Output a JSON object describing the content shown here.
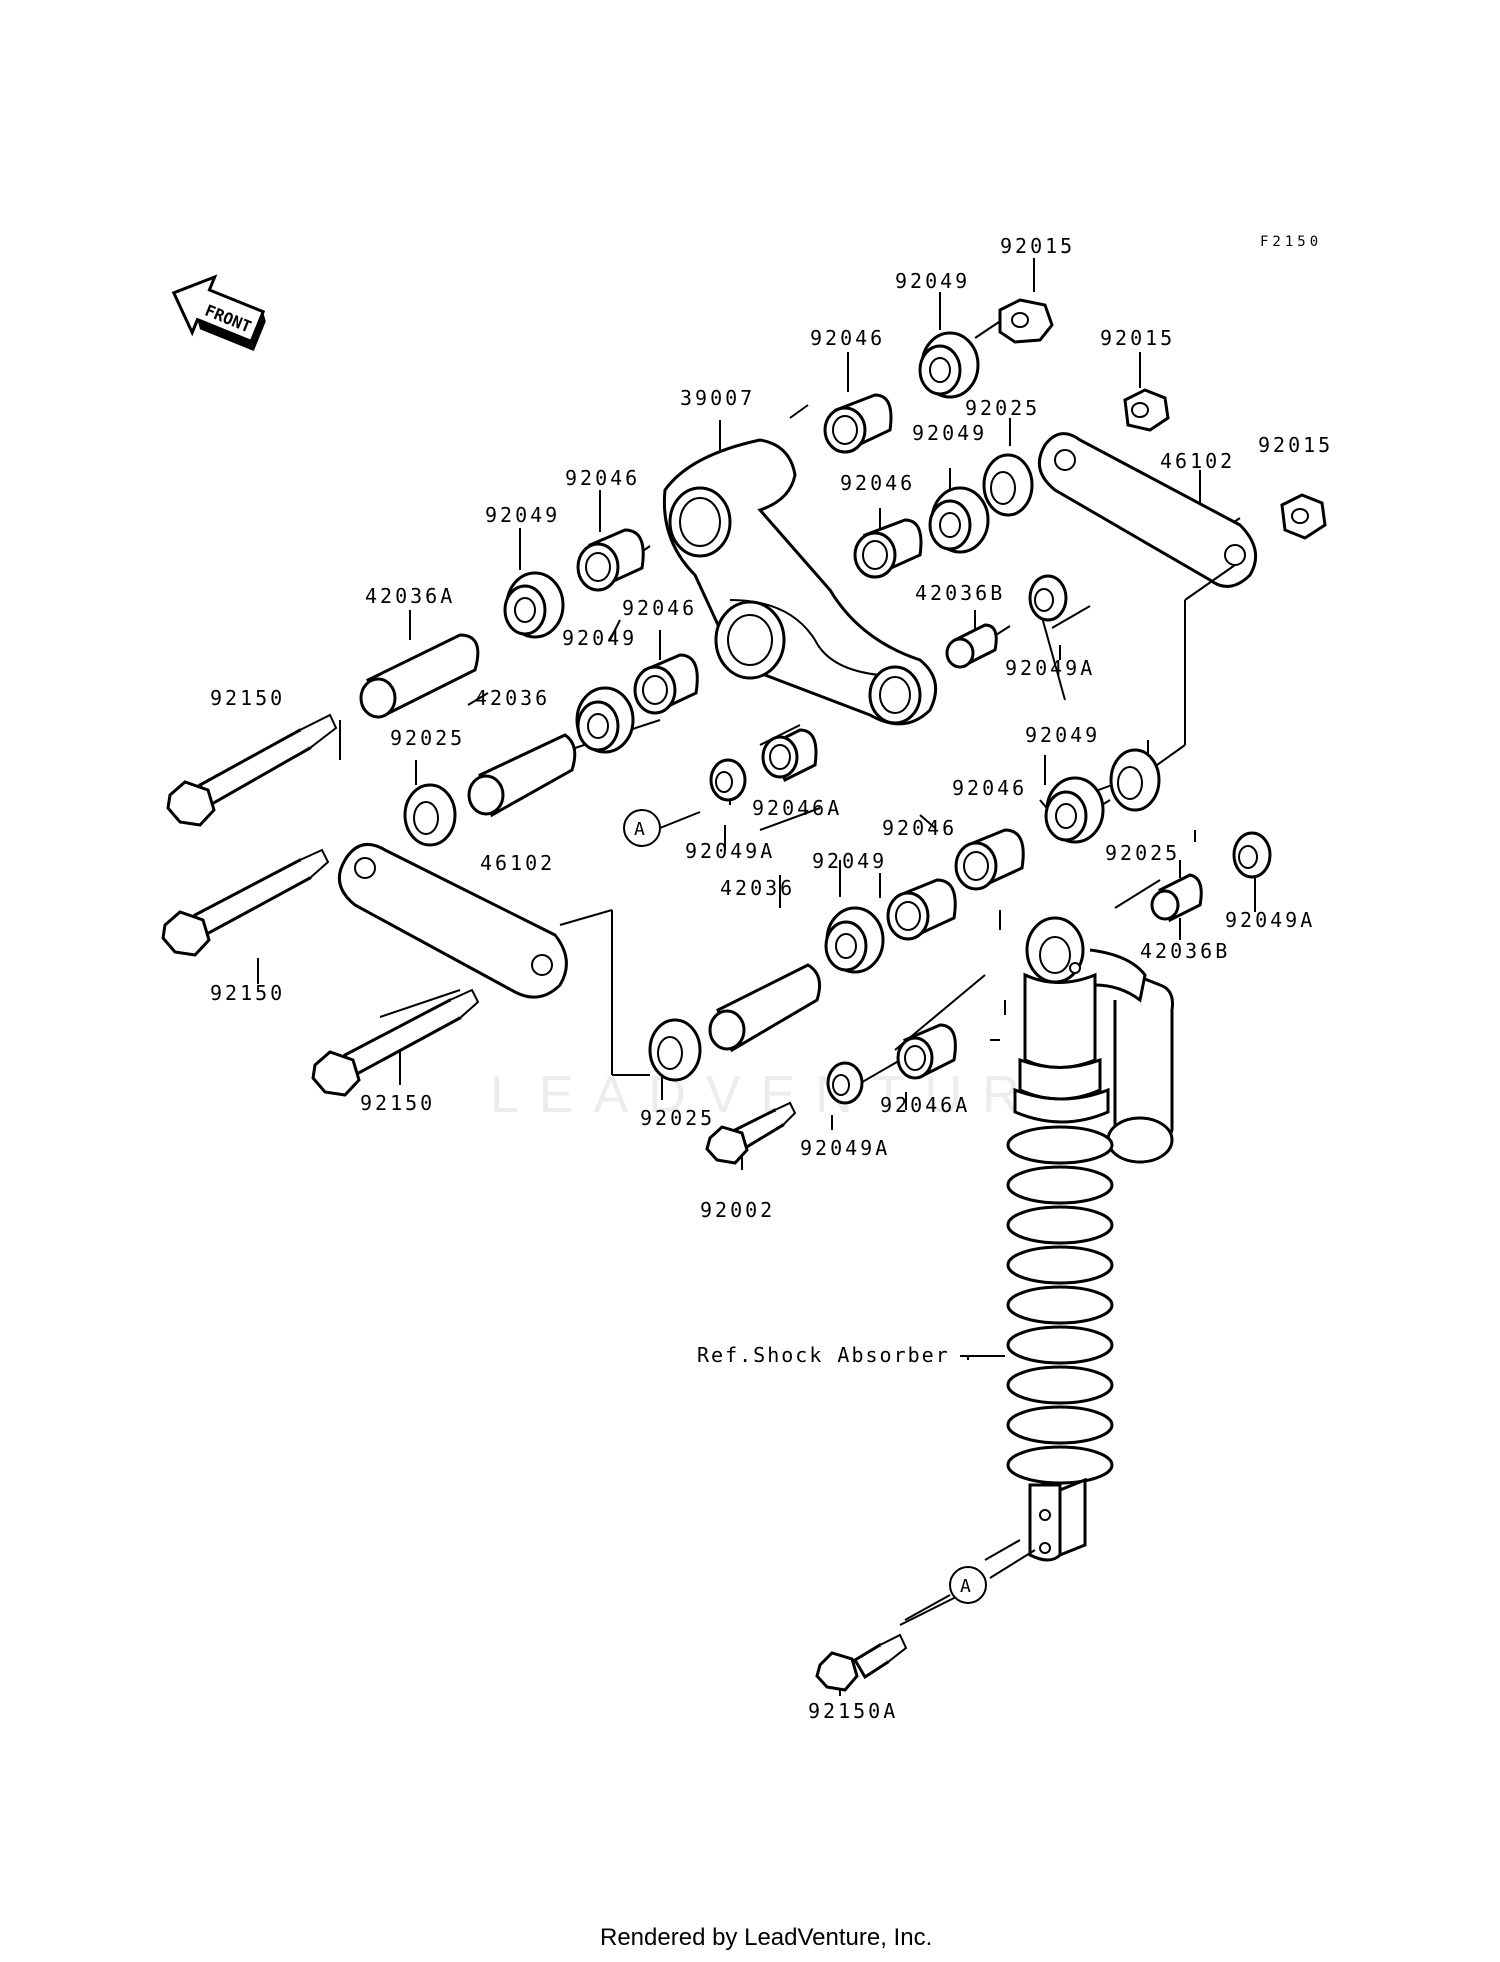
{
  "figure_code": "F2150",
  "front_label": "FRONT",
  "watermark": "LEADVENTURE",
  "footer": "Rendered by LeadVenture, Inc.",
  "ref_label": "Ref.Shock Absorber",
  "callout_a": "A",
  "parts": {
    "p92015_top": "92015",
    "p92049_top": "92049",
    "p92046_top": "92046",
    "p92015_mid": "92015",
    "p92025_top": "92025",
    "p39007": "39007",
    "p92049_mid": "92049",
    "p46102_right": "46102",
    "p92015_right": "92015",
    "p92046_left": "92046",
    "p92046_mid": "92046",
    "p92049_left": "92049",
    "p42036B_top": "42036B",
    "p42036A": "42036A",
    "p92046_lower": "92046",
    "p92049_lower": "92049",
    "p92049A_top": "92049A",
    "p92150_top": "92150",
    "p42036_left": "42036",
    "p92025_left": "92025",
    "p92046A_mid": "92046A",
    "p92049_right": "92049",
    "p92049A_mid": "92049A",
    "p92046_right": "92046",
    "p92025_right": "92025",
    "p46102_left": "46102",
    "p92046_center": "92046",
    "p92049_center": "92049",
    "p42036_center": "42036",
    "p92049A_right": "92049A",
    "p42036B_right": "42036B",
    "p92150_mid": "92150",
    "p92150_low": "92150",
    "p92025_low": "92025",
    "p92049A_low": "92049A",
    "p92046A_low": "92046A",
    "p92002": "92002",
    "p92150A": "92150A"
  }
}
